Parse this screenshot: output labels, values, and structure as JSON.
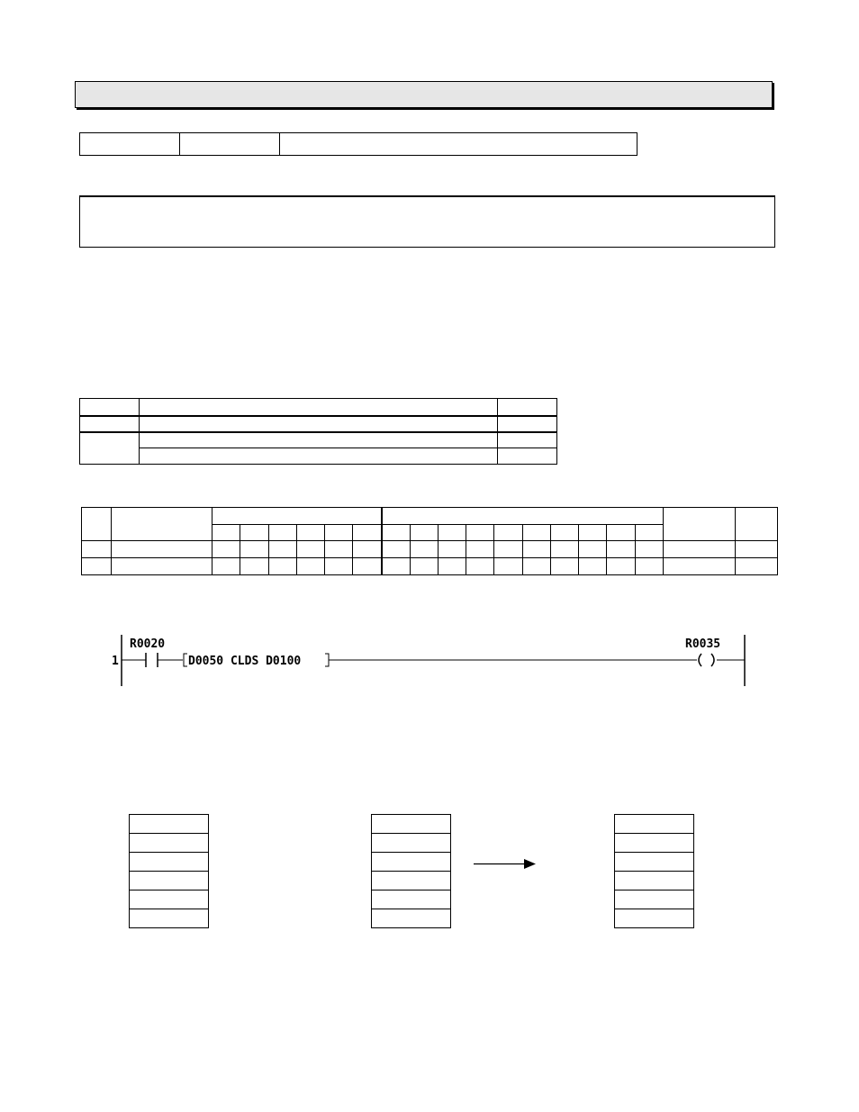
{
  "ladder": {
    "rung_number": "1",
    "contact_label": "R0020",
    "instruction": "D0050 CLDS D0100",
    "coil_label": "R0035"
  }
}
